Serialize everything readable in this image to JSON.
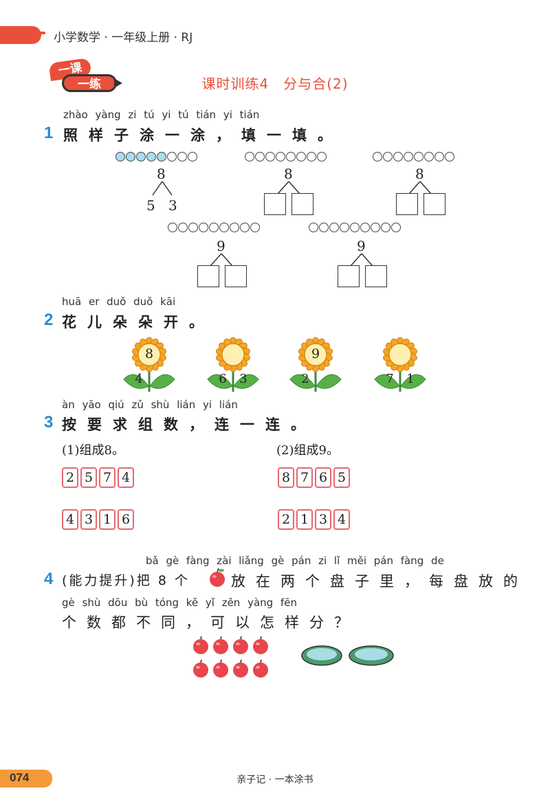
{
  "header": {
    "title": "小学数学 · 一年级上册 · RJ"
  },
  "badge": {
    "top": "一课",
    "bottom": "一练"
  },
  "lesson_title": "课时训练4　分与合(2)",
  "q1": {
    "num": "1",
    "pinyin": "zhào yàng zi tú yi tú   tián yi tián",
    "text": "照样子涂一涂，填一填。",
    "example": {
      "total": "8",
      "left": "5",
      "right": "3"
    },
    "items": [
      {
        "total": "8"
      },
      {
        "total": "8"
      },
      {
        "total": "9"
      },
      {
        "total": "9"
      }
    ]
  },
  "q2": {
    "num": "2",
    "pinyin": "huā er duǒ duǒ kāi",
    "text": "花儿朵朵开。",
    "flowers": [
      {
        "center": "8",
        "left": "4",
        "right": ""
      },
      {
        "center": "",
        "left": "6",
        "right": "3"
      },
      {
        "center": "9",
        "left": "2",
        "right": ""
      },
      {
        "center": "",
        "left": "7",
        "right": "1"
      }
    ]
  },
  "q3": {
    "num": "3",
    "pinyin": "àn yāo qiú zǔ shù   lián yi lián",
    "text": "按要求组数，连一连。",
    "part1": {
      "label": "(1)组成8。",
      "row1": [
        "2",
        "5",
        "7",
        "4"
      ],
      "row2": [
        "4",
        "3",
        "1",
        "6"
      ]
    },
    "part2": {
      "label": "(2)组成9。",
      "row1": [
        "8",
        "7",
        "6",
        "5"
      ],
      "row2": [
        "2",
        "1",
        "3",
        "4"
      ]
    }
  },
  "q4": {
    "num": "4",
    "pinyin1": "bǎ    gè      fàng zài liǎng gè pán zi  lǐ    měi pán fàng de",
    "text1a": "(能力提升)把 8 个",
    "text1b": "放在两个盘子里，每盘放的",
    "pinyin2": "gè shù dōu bù tóng    kě  yǐ  zěn yàng fēn",
    "text2": "个数都不同，可以怎样分？"
  },
  "footer": {
    "page": "074",
    "brand": "亲子记 · 一本涂书"
  },
  "colors": {
    "accent": "#e9503c",
    "blue": "#2a8ccf",
    "circle_fill": "#a9dcef",
    "card_border": "#e6686f",
    "page_tab": "#f49a3b"
  }
}
